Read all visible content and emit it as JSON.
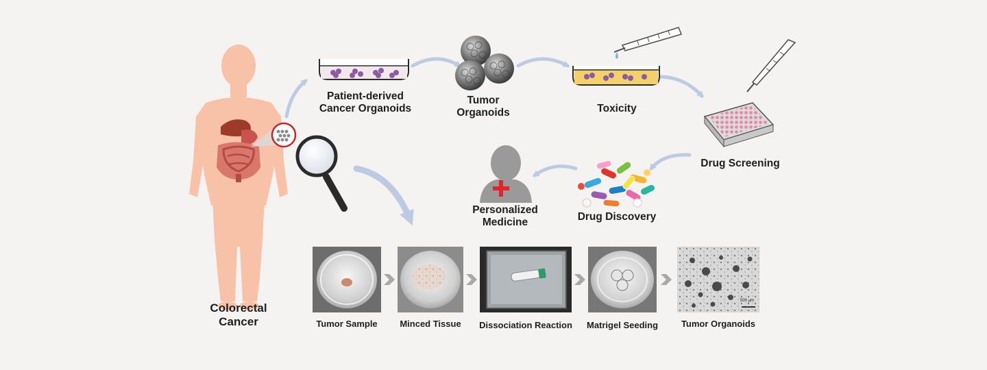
{
  "human": {
    "label_line1": "Colorectal",
    "label_line2": "Cancer"
  },
  "top_flow": [
    {
      "line1": "Patient-derived",
      "line2": "Cancer Organoids"
    },
    {
      "line1": "Tumor",
      "line2": "Organoids"
    },
    {
      "line1": "Toxicity"
    },
    {
      "line1": "Drug Screening"
    }
  ],
  "middle_flow": [
    {
      "line1": "Drug Discovery"
    },
    {
      "line1": "Personalized",
      "line2": "Medicine"
    }
  ],
  "process_steps": [
    {
      "label": "Tumor Sample"
    },
    {
      "label": "Minced Tissue"
    },
    {
      "label": "Dissociation Reaction"
    },
    {
      "label": "Matrigel Seeding"
    },
    {
      "label": "Tumor Organoids"
    }
  ],
  "photo_texts": {
    "scale_bar": "500 μm"
  },
  "colors": {
    "background": "#f4f3f1",
    "skin": "#f7c2a8",
    "arrow": "#bccbe2",
    "magnifier_ring": "#2b2b2b",
    "red_circle": "#c8242a",
    "medium": "#f4d06a",
    "organoid": "#8b5ba5",
    "cross": "#e0262b"
  }
}
